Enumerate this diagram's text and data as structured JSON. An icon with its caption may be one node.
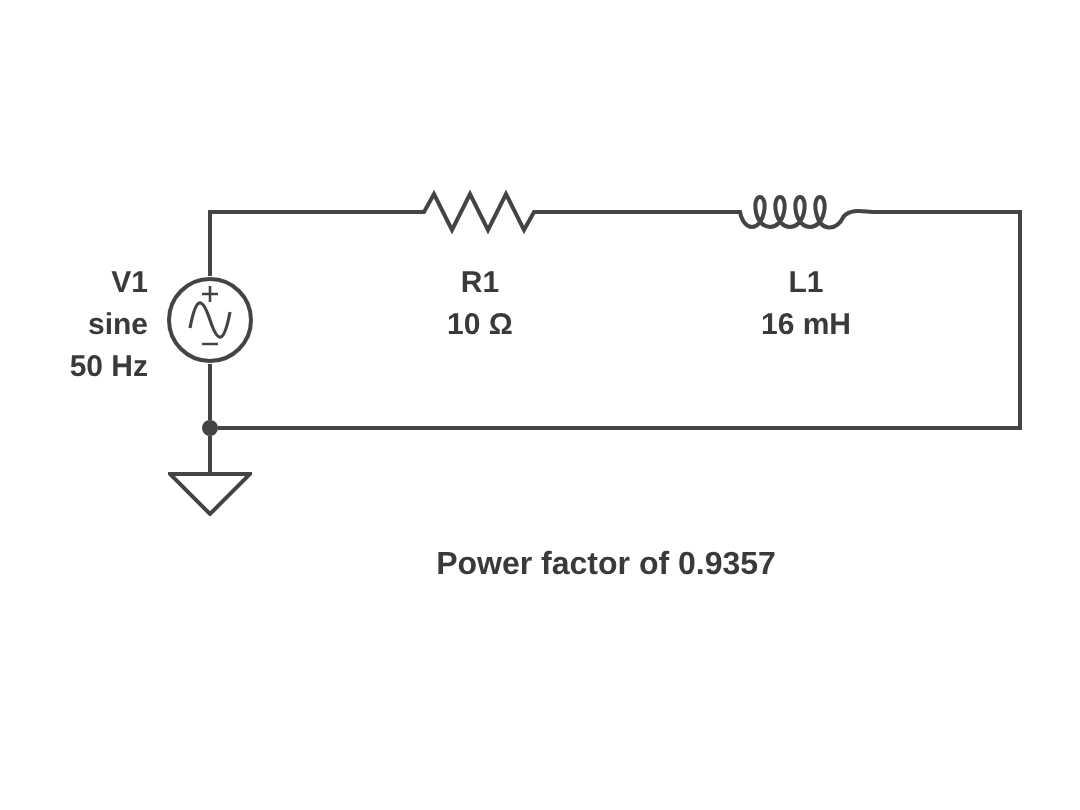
{
  "diagram": {
    "nodes": [
      {
        "text": [],
        "shape": "circle",
        "beside": [
          "V1",
          "sine",
          "50 Hz"
        ]
      },
      {
        "text": [],
        "shape": "picture",
        "beside": [
          "R1",
          "10 Ω"
        ]
      },
      {
        "text": [],
        "shape": "picture",
        "beside": [
          "L1",
          "16 mH"
        ]
      },
      {
        "text": [],
        "shape": "picture"
      },
      {
        "text": [],
        "shape": "circle"
      }
    ],
    "edges": [
      {
        "from": 0,
        "to": 1,
        "arrow": "none"
      },
      {
        "from": 1,
        "to": 2,
        "arrow": "none"
      },
      {
        "from": 2,
        "to": 4,
        "arrow": "none"
      },
      {
        "from": 4,
        "to": 0,
        "arrow": "none"
      },
      {
        "from": 4,
        "to": 3,
        "arrow": "none"
      }
    ],
    "labels": [
      "Power factor of 0.9357"
    ]
  }
}
